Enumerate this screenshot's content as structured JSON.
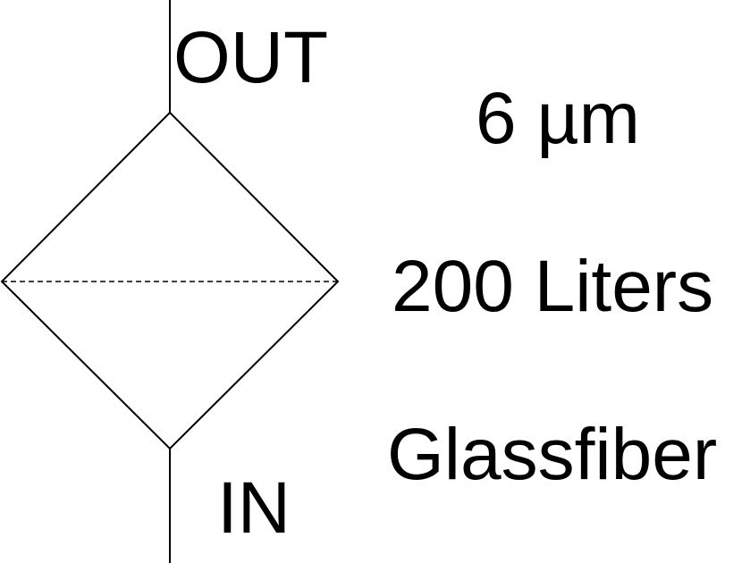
{
  "symbol": {
    "outlet_label": "OUT",
    "inlet_label": "IN",
    "line_color": "#000000",
    "background": "#ffffff"
  },
  "specs": {
    "pore_size": "6 µm",
    "capacity": "200 Liters",
    "material": "Glassfiber"
  }
}
